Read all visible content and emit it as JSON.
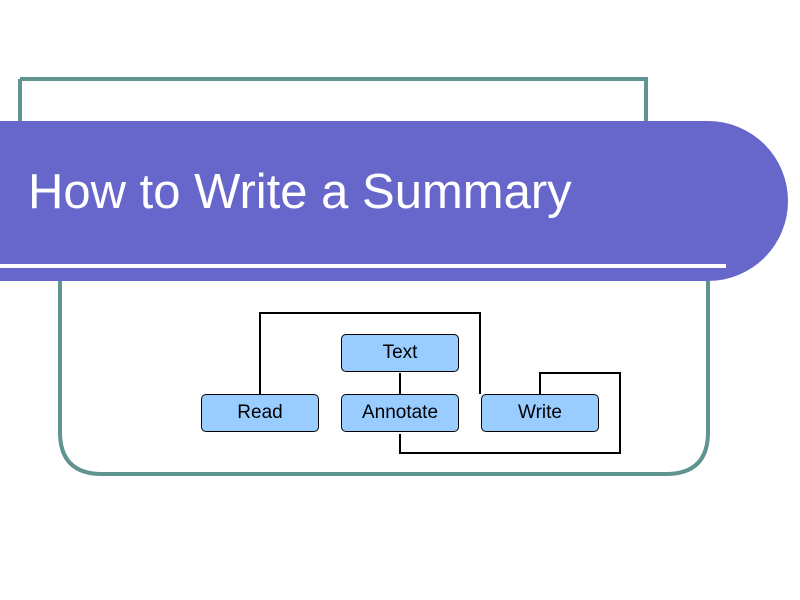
{
  "slide": {
    "title": "How to Write a Summary"
  },
  "diagram": {
    "nodes": {
      "text": "Text",
      "read": "Read",
      "annotate": "Annotate",
      "write": "Write"
    }
  },
  "colors": {
    "title_band": "#6767cb",
    "frame_border": "#5f9490",
    "node_fill": "#99ccff",
    "connector": "#000000"
  }
}
